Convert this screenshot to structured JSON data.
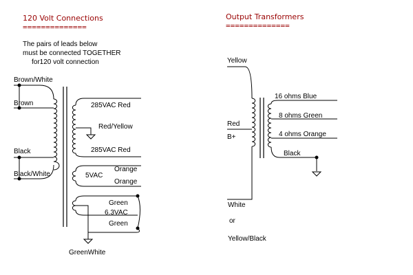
{
  "left_panel": {
    "heading": "120 Volt Connections",
    "heading_rule": "==============",
    "note_lines": [
      "The pairs of leads below",
      "must be connected TOGETHER",
      "for120 volt connection"
    ],
    "primary_leads": {
      "brown_white": "Brown/White",
      "brown": "Brown",
      "black": "Black",
      "black_white": "Black/White"
    },
    "hv_secondary": {
      "top": "285VAC  Red",
      "center_tap": "Red/Yellow",
      "bottom": "285VAC  Red"
    },
    "rectifier_winding": {
      "voltage": "5VAC",
      "lead_top": "Orange",
      "lead_bottom": "Orange"
    },
    "heater_winding": {
      "lead_top": "Green",
      "voltage": "6.3VAC",
      "lead_bottom": "Green",
      "center_tap": "GreenWhite"
    }
  },
  "right_panel": {
    "heading": "Output Transformers",
    "heading_rule": "==============",
    "primary": {
      "top": "Yellow",
      "center": "Red",
      "b_plus": "B+",
      "bottom": "White",
      "or": "or",
      "bottom_alt": "Yellow/Black"
    },
    "secondary": {
      "tap_16": "16 ohms  Blue",
      "tap_8": "8 ohms  Green",
      "tap_4": "4 ohms  Orange",
      "common": "Black"
    }
  },
  "colors": {
    "heading": "#990000",
    "ink": "#000000",
    "background": "#ffffff"
  }
}
